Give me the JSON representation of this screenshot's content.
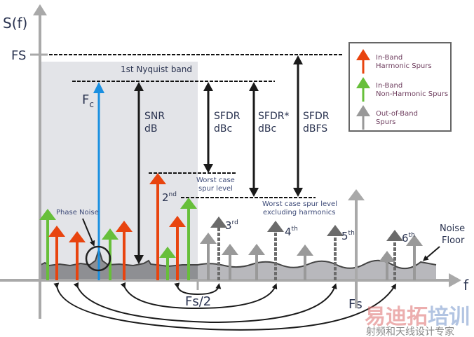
{
  "axes": {
    "y_label": "S(f)",
    "x_label": "f",
    "fs_level": "FS",
    "half_fs": "Fs/2",
    "fs": "Fs"
  },
  "band_label": "1st Nyquist band",
  "carrier": {
    "label": "F",
    "sub": "c"
  },
  "measures": {
    "snr": [
      "SNR",
      "dB"
    ],
    "sfdr_dbc": [
      "SFDR",
      "dBc"
    ],
    "sfdr_star": [
      "SFDR*",
      "dBc"
    ],
    "sfdr_dbfs": [
      "SFDR",
      "dBFS"
    ]
  },
  "annotations": {
    "worst_case": [
      "Worst case",
      "spur level"
    ],
    "worst_excl": [
      "Worst case spur level",
      "excluding harmonics"
    ],
    "phase_noise": "Phase Noise",
    "noise_floor": [
      "Noise",
      "Floor"
    ]
  },
  "harmonics": [
    {
      "num": "2",
      "sup": "nd"
    },
    {
      "num": "3",
      "sup": "rd"
    },
    {
      "num": "4",
      "sup": "th"
    },
    {
      "num": "5",
      "sup": "th"
    },
    {
      "num": "6",
      "sup": "th"
    }
  ],
  "legend": [
    {
      "line1": "In-Band",
      "line2": "Harmonic Spurs",
      "color": "#e8440f"
    },
    {
      "line1": "In-Band",
      "line2": "Non-Harmonic Spurs",
      "color": "#67bf3a"
    },
    {
      "line1": "Out-of-Band",
      "line2": "Spurs",
      "color": "#999999"
    }
  ],
  "watermark": {
    "line1a": "易迪拓",
    "line1b": "培训",
    "line2": "射频和天线设计专家"
  },
  "colors": {
    "harmonic": "#e8440f",
    "non_harmonic": "#67bf3a",
    "out_of_band": "#999999",
    "carrier": "#1a8fe0"
  }
}
